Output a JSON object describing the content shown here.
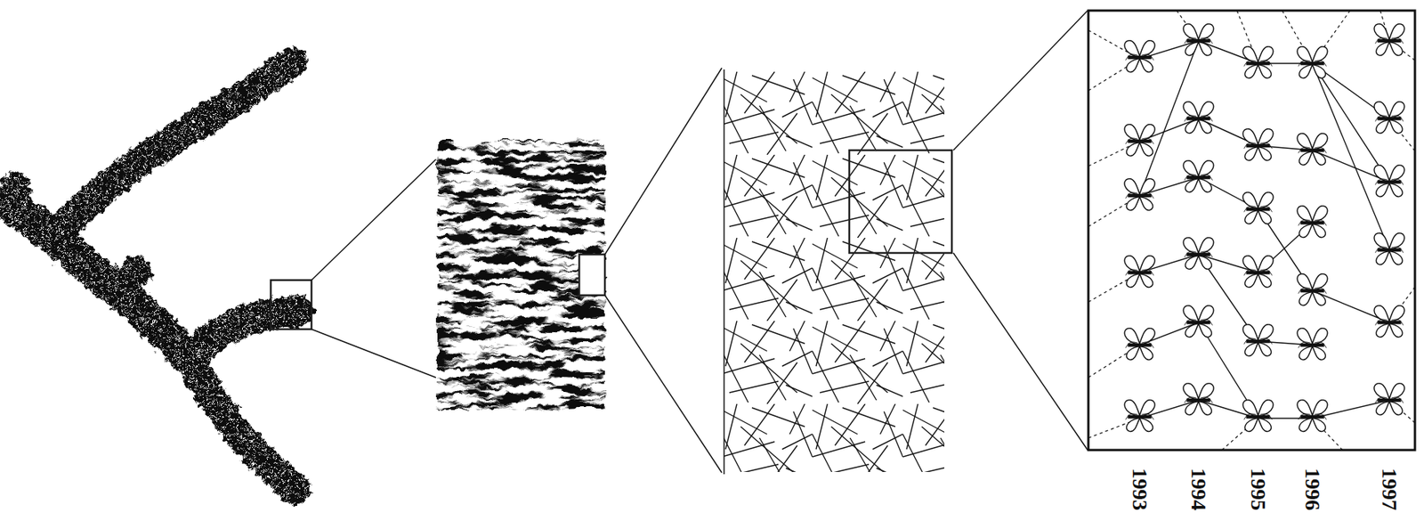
{
  "diagram": {
    "labels": [
      "1993",
      "1994",
      "1995",
      "1996",
      "1997"
    ]
  }
}
